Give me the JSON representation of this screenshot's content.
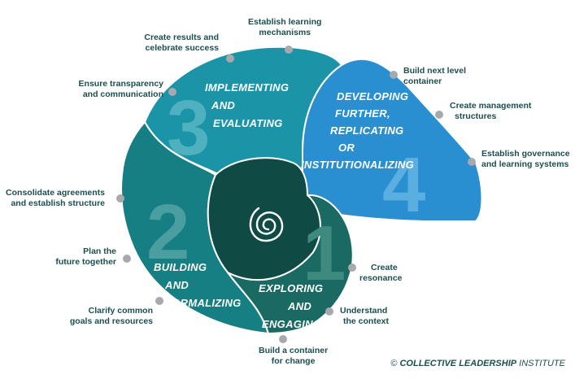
{
  "phases": [
    {
      "number": "1",
      "lines": [
        "EXPLORING",
        "AND",
        "ENGAGING"
      ]
    },
    {
      "number": "2",
      "lines": [
        "BUILDING",
        "AND",
        "FORMALIZING"
      ]
    },
    {
      "number": "3",
      "lines": [
        "IMPLEMENTING",
        "AND",
        "EVALUATING"
      ]
    },
    {
      "number": "4",
      "lines": [
        "DEVELOPING",
        "FURTHER,",
        "REPLICATING",
        "OR",
        "INSTITUTIONALIZING"
      ]
    }
  ],
  "steps": {
    "create_resonance": [
      "Create",
      "resonance"
    ],
    "understand_context": [
      "Understand",
      "the context"
    ],
    "build_container": [
      "Build a container",
      "for change"
    ],
    "clarify_goals": [
      "Clarify common",
      "goals and resources"
    ],
    "plan_future": [
      "Plan the",
      "future together"
    ],
    "consolidate": [
      "Consolidate agreements",
      "and establish structure"
    ],
    "ensure_transparency": [
      "Ensure transparency",
      "and communication"
    ],
    "create_results": [
      "Create results and",
      "celebrate success"
    ],
    "establish_learning": [
      "Establish learning",
      "mechanisms"
    ],
    "build_next_level": [
      "Build next level",
      "container"
    ],
    "create_management": [
      "Create management",
      "structures"
    ],
    "establish_governance": [
      "Establish governance",
      "and learning systems"
    ]
  },
  "copyright": {
    "symbol": "©",
    "org": "COLLECTIVE LEADERSHIP",
    "suffix": "INSTITUTE"
  },
  "colors": {
    "phase1": "#1a6a63",
    "phase2": "#157f83",
    "phase3": "#1b94a8",
    "phase4": "#2a8fd0",
    "core": "#0f4a45",
    "label": "#1d4e4e",
    "connector": "#a7a9ac"
  }
}
